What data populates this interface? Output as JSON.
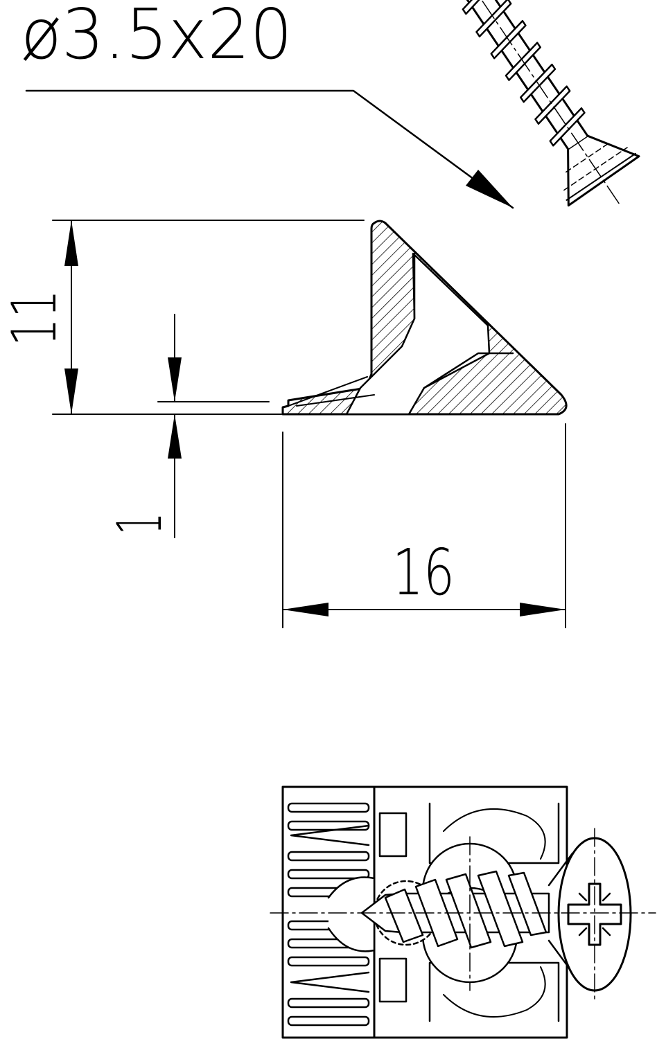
{
  "labels": {
    "screw_spec": "ø3.5x20",
    "height_dim": "11",
    "offset_dim": "1",
    "width_dim": "16"
  },
  "colors": {
    "stroke": "#000000",
    "background": "#ffffff"
  }
}
